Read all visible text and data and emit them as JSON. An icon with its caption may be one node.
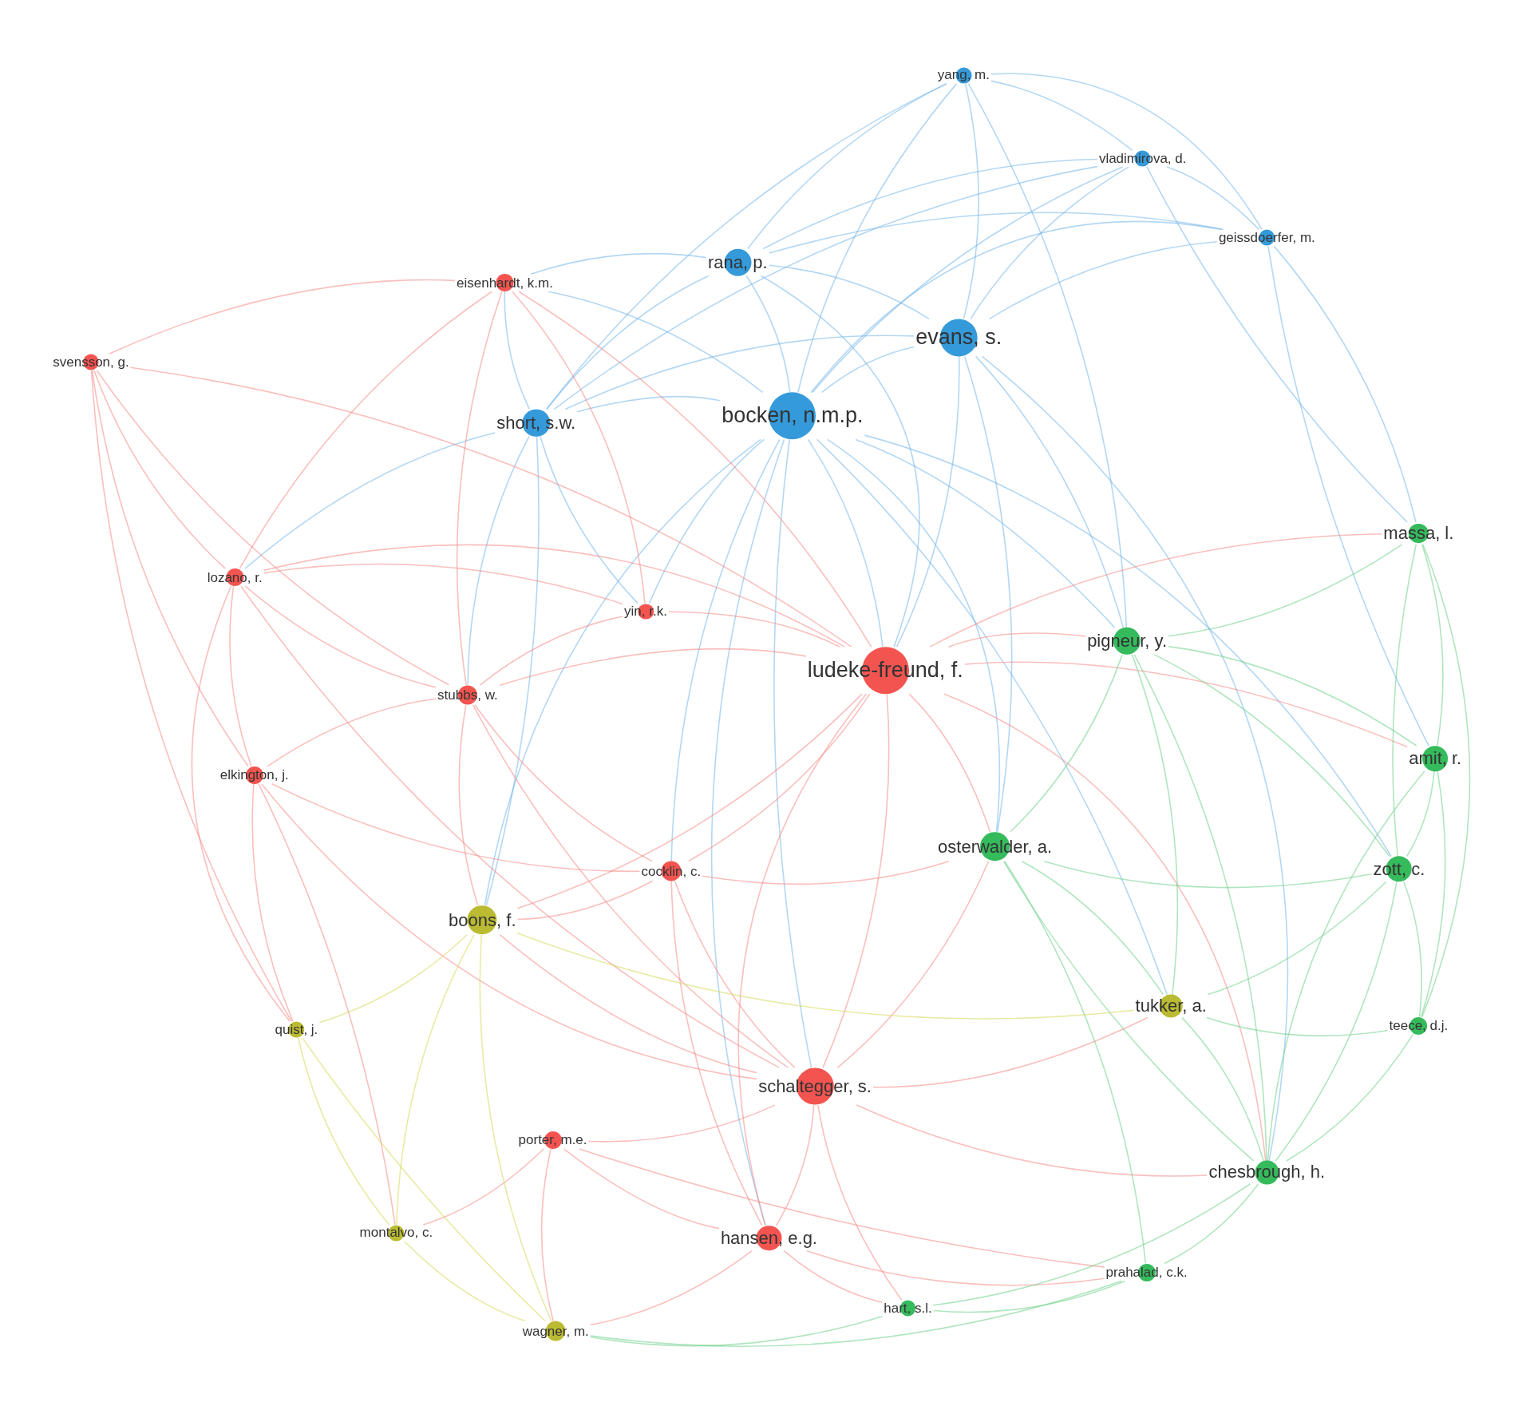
{
  "diagram": {
    "nodes": [
      {
        "text": [
          "yang, m."
        ]
      },
      {
        "text": [
          "vladimirova, d."
        ]
      },
      {
        "text": [
          "geissdoerfer, m."
        ]
      },
      {
        "text": [
          "rana, p."
        ]
      },
      {
        "text": [
          "evans, s."
        ]
      },
      {
        "text": [
          "bocken, n.m.p."
        ]
      },
      {
        "text": [
          "short, s.w."
        ]
      },
      {
        "text": [
          "eisenhardt, k.m."
        ]
      },
      {
        "text": [
          "svensson, g."
        ]
      },
      {
        "text": [
          "lozano, r."
        ]
      },
      {
        "text": [
          "yin, r.k."
        ]
      },
      {
        "text": [
          "ludeke-freund, f."
        ]
      },
      {
        "text": [
          "stubbs, w."
        ]
      },
      {
        "text": [
          "elkington, j."
        ]
      },
      {
        "text": [
          "cocklin, c."
        ]
      },
      {
        "text": [
          "schaltegger, s."
        ]
      },
      {
        "text": [
          "porter, m.e."
        ]
      },
      {
        "text": [
          "hansen, e.g."
        ]
      },
      {
        "text": [
          "massa, l."
        ]
      },
      {
        "text": [
          "pigneur, y."
        ]
      },
      {
        "text": [
          "amit, r."
        ]
      },
      {
        "text": [
          "osterwalder, a."
        ]
      },
      {
        "text": [
          "zott, c."
        ]
      },
      {
        "text": [
          "teece, d.j."
        ]
      },
      {
        "text": [
          "chesbrough, h."
        ]
      },
      {
        "text": [
          "prahalad, c.k."
        ]
      },
      {
        "text": [
          "hart, s.l."
        ]
      },
      {
        "text": [
          "boons, f."
        ]
      },
      {
        "text": [
          "tukker, a."
        ]
      },
      {
        "text": [
          "quist, j."
        ]
      },
      {
        "text": [
          "montalvo, c."
        ]
      },
      {
        "text": [
          "wagner, m."
        ]
      }
    ],
    "edges": [
      {
        "from": 0,
        "to": 1,
        "arrow": "none",
        "color": "#74b6ea"
      },
      {
        "from": 0,
        "to": 2,
        "arrow": "none",
        "color": "#74b6ea"
      },
      {
        "from": 0,
        "to": 3,
        "arrow": "none",
        "color": "#74b6ea"
      },
      {
        "from": 0,
        "to": 4,
        "arrow": "none",
        "color": "#74b6ea"
      },
      {
        "from": 0,
        "to": 5,
        "arrow": "none",
        "color": "#74b6ea"
      },
      {
        "from": 0,
        "to": 6,
        "arrow": "none",
        "color": "#74b6ea"
      },
      {
        "from": 1,
        "to": 2,
        "arrow": "none",
        "color": "#74b6ea"
      },
      {
        "from": 1,
        "to": 3,
        "arrow": "none",
        "color": "#74b6ea"
      },
      {
        "from": 1,
        "to": 4,
        "arrow": "none",
        "color": "#74b6ea"
      },
      {
        "from": 1,
        "to": 5,
        "arrow": "none",
        "color": "#74b6ea"
      },
      {
        "from": 1,
        "to": 6,
        "arrow": "none",
        "color": "#74b6ea"
      },
      {
        "from": 2,
        "to": 3,
        "arrow": "none",
        "color": "#74b6ea"
      },
      {
        "from": 2,
        "to": 4,
        "arrow": "none",
        "color": "#74b6ea"
      },
      {
        "from": 2,
        "to": 5,
        "arrow": "none",
        "color": "#74b6ea"
      },
      {
        "from": 3,
        "to": 4,
        "arrow": "none",
        "color": "#74b6ea"
      },
      {
        "from": 3,
        "to": 5,
        "arrow": "none",
        "color": "#74b6ea"
      },
      {
        "from": 3,
        "to": 6,
        "arrow": "none",
        "color": "#74b6ea"
      },
      {
        "from": 4,
        "to": 5,
        "arrow": "none",
        "color": "#74b6ea"
      },
      {
        "from": 4,
        "to": 6,
        "arrow": "none",
        "color": "#74b6ea"
      },
      {
        "from": 5,
        "to": 6,
        "arrow": "none",
        "color": "#74b6ea"
      },
      {
        "from": 5,
        "to": 11,
        "arrow": "none",
        "color": "#74b6ea"
      },
      {
        "from": 5,
        "to": 7,
        "arrow": "none",
        "color": "#74b6ea"
      },
      {
        "from": 6,
        "to": 7,
        "arrow": "none",
        "color": "#74b6ea"
      },
      {
        "from": 3,
        "to": 7,
        "arrow": "none",
        "color": "#74b6ea"
      },
      {
        "from": 5,
        "to": 15,
        "arrow": "none",
        "color": "#74b6ea"
      },
      {
        "from": 6,
        "to": 12,
        "arrow": "none",
        "color": "#74b6ea"
      },
      {
        "from": 5,
        "to": 10,
        "arrow": "none",
        "color": "#74b6ea"
      },
      {
        "from": 4,
        "to": 11,
        "arrow": "none",
        "color": "#74b6ea"
      },
      {
        "from": 6,
        "to": 10,
        "arrow": "none",
        "color": "#74b6ea"
      },
      {
        "from": 5,
        "to": 17,
        "arrow": "none",
        "color": "#74b6ea"
      },
      {
        "from": 6,
        "to": 9,
        "arrow": "none",
        "color": "#74b6ea"
      },
      {
        "from": 3,
        "to": 11,
        "arrow": "none",
        "color": "#74b6ea"
      },
      {
        "from": 5,
        "to": 14,
        "arrow": "none",
        "color": "#74b6ea"
      },
      {
        "from": 4,
        "to": 19,
        "arrow": "none",
        "color": "#74b6ea"
      },
      {
        "from": 4,
        "to": 21,
        "arrow": "none",
        "color": "#74b6ea"
      },
      {
        "from": 5,
        "to": 19,
        "arrow": "none",
        "color": "#74b6ea"
      },
      {
        "from": 5,
        "to": 21,
        "arrow": "none",
        "color": "#74b6ea"
      },
      {
        "from": 1,
        "to": 18,
        "arrow": "none",
        "color": "#74b6ea"
      },
      {
        "from": 2,
        "to": 18,
        "arrow": "none",
        "color": "#74b6ea"
      },
      {
        "from": 2,
        "to": 20,
        "arrow": "none",
        "color": "#74b6ea"
      },
      {
        "from": 4,
        "to": 24,
        "arrow": "none",
        "color": "#74b6ea"
      },
      {
        "from": 0,
        "to": 19,
        "arrow": "none",
        "color": "#74b6ea"
      },
      {
        "from": 5,
        "to": 22,
        "arrow": "none",
        "color": "#74b6ea"
      },
      {
        "from": 6,
        "to": 27,
        "arrow": "none",
        "color": "#74b6ea"
      },
      {
        "from": 5,
        "to": 27,
        "arrow": "none",
        "color": "#74b6ea"
      },
      {
        "from": 5,
        "to": 28,
        "arrow": "none",
        "color": "#74b6ea"
      },
      {
        "from": 7,
        "to": 8,
        "arrow": "none",
        "color": "#f48a86"
      },
      {
        "from": 7,
        "to": 9,
        "arrow": "none",
        "color": "#f48a86"
      },
      {
        "from": 7,
        "to": 12,
        "arrow": "none",
        "color": "#f48a86"
      },
      {
        "from": 7,
        "to": 11,
        "arrow": "none",
        "color": "#f48a86"
      },
      {
        "from": 7,
        "to": 10,
        "arrow": "none",
        "color": "#f48a86"
      },
      {
        "from": 8,
        "to": 9,
        "arrow": "none",
        "color": "#f48a86"
      },
      {
        "from": 8,
        "to": 13,
        "arrow": "none",
        "color": "#f48a86"
      },
      {
        "from": 8,
        "to": 12,
        "arrow": "none",
        "color": "#f48a86"
      },
      {
        "from": 8,
        "to": 11,
        "arrow": "none",
        "color": "#f48a86"
      },
      {
        "from": 9,
        "to": 12,
        "arrow": "none",
        "color": "#f48a86"
      },
      {
        "from": 9,
        "to": 13,
        "arrow": "none",
        "color": "#f48a86"
      },
      {
        "from": 9,
        "to": 11,
        "arrow": "none",
        "color": "#f48a86"
      },
      {
        "from": 9,
        "to": 10,
        "arrow": "none",
        "color": "#f48a86"
      },
      {
        "from": 10,
        "to": 11,
        "arrow": "none",
        "color": "#f48a86"
      },
      {
        "from": 10,
        "to": 12,
        "arrow": "none",
        "color": "#f48a86"
      },
      {
        "from": 11,
        "to": 12,
        "arrow": "none",
        "color": "#f48a86"
      },
      {
        "from": 11,
        "to": 14,
        "arrow": "none",
        "color": "#f48a86"
      },
      {
        "from": 11,
        "to": 15,
        "arrow": "none",
        "color": "#f48a86"
      },
      {
        "from": 11,
        "to": 17,
        "arrow": "none",
        "color": "#f48a86"
      },
      {
        "from": 12,
        "to": 13,
        "arrow": "none",
        "color": "#f48a86"
      },
      {
        "from": 12,
        "to": 14,
        "arrow": "none",
        "color": "#f48a86"
      },
      {
        "from": 13,
        "to": 14,
        "arrow": "none",
        "color": "#f48a86"
      },
      {
        "from": 13,
        "to": 15,
        "arrow": "none",
        "color": "#f48a86"
      },
      {
        "from": 14,
        "to": 15,
        "arrow": "none",
        "color": "#f48a86"
      },
      {
        "from": 14,
        "to": 17,
        "arrow": "none",
        "color": "#f48a86"
      },
      {
        "from": 15,
        "to": 16,
        "arrow": "none",
        "color": "#f48a86"
      },
      {
        "from": 15,
        "to": 17,
        "arrow": "none",
        "color": "#f48a86"
      },
      {
        "from": 16,
        "to": 17,
        "arrow": "none",
        "color": "#f48a86"
      },
      {
        "from": 12,
        "to": 15,
        "arrow": "none",
        "color": "#f48a86"
      },
      {
        "from": 9,
        "to": 15,
        "arrow": "none",
        "color": "#f48a86"
      },
      {
        "from": 11,
        "to": 19,
        "arrow": "none",
        "color": "#f48a86"
      },
      {
        "from": 11,
        "to": 21,
        "arrow": "none",
        "color": "#f48a86"
      },
      {
        "from": 11,
        "to": 20,
        "arrow": "none",
        "color": "#f48a86"
      },
      {
        "from": 11,
        "to": 24,
        "arrow": "none",
        "color": "#f48a86"
      },
      {
        "from": 15,
        "to": 21,
        "arrow": "none",
        "color": "#f48a86"
      },
      {
        "from": 15,
        "to": 24,
        "arrow": "none",
        "color": "#f48a86"
      },
      {
        "from": 17,
        "to": 26,
        "arrow": "none",
        "color": "#f48a86"
      },
      {
        "from": 15,
        "to": 26,
        "arrow": "none",
        "color": "#f48a86"
      },
      {
        "from": 17,
        "to": 25,
        "arrow": "none",
        "color": "#f48a86"
      },
      {
        "from": 16,
        "to": 25,
        "arrow": "none",
        "color": "#f48a86"
      },
      {
        "from": 11,
        "to": 18,
        "arrow": "none",
        "color": "#f48a86"
      },
      {
        "from": 14,
        "to": 21,
        "arrow": "none",
        "color": "#f48a86"
      },
      {
        "from": 9,
        "to": 29,
        "arrow": "none",
        "color": "#f48a86"
      },
      {
        "from": 13,
        "to": 29,
        "arrow": "none",
        "color": "#f48a86"
      },
      {
        "from": 13,
        "to": 30,
        "arrow": "none",
        "color": "#f48a86"
      },
      {
        "from": 12,
        "to": 27,
        "arrow": "none",
        "color": "#f48a86"
      },
      {
        "from": 14,
        "to": 27,
        "arrow": "none",
        "color": "#f48a86"
      },
      {
        "from": 15,
        "to": 27,
        "arrow": "none",
        "color": "#f48a86"
      },
      {
        "from": 16,
        "to": 31,
        "arrow": "none",
        "color": "#f48a86"
      },
      {
        "from": 16,
        "to": 30,
        "arrow": "none",
        "color": "#f48a86"
      },
      {
        "from": 17,
        "to": 31,
        "arrow": "none",
        "color": "#f48a86"
      },
      {
        "from": 11,
        "to": 27,
        "arrow": "none",
        "color": "#f48a86"
      },
      {
        "from": 15,
        "to": 28,
        "arrow": "none",
        "color": "#f48a86"
      },
      {
        "from": 8,
        "to": 29,
        "arrow": "none",
        "color": "#f48a86"
      },
      {
        "from": 18,
        "to": 19,
        "arrow": "none",
        "color": "#6fcf8a"
      },
      {
        "from": 18,
        "to": 20,
        "arrow": "none",
        "color": "#6fcf8a"
      },
      {
        "from": 18,
        "to": 22,
        "arrow": "none",
        "color": "#6fcf8a"
      },
      {
        "from": 19,
        "to": 20,
        "arrow": "none",
        "color": "#6fcf8a"
      },
      {
        "from": 19,
        "to": 21,
        "arrow": "none",
        "color": "#6fcf8a"
      },
      {
        "from": 19,
        "to": 22,
        "arrow": "none",
        "color": "#6fcf8a"
      },
      {
        "from": 20,
        "to": 22,
        "arrow": "none",
        "color": "#6fcf8a"
      },
      {
        "from": 20,
        "to": 23,
        "arrow": "none",
        "color": "#6fcf8a"
      },
      {
        "from": 21,
        "to": 22,
        "arrow": "none",
        "color": "#6fcf8a"
      },
      {
        "from": 21,
        "to": 24,
        "arrow": "none",
        "color": "#6fcf8a"
      },
      {
        "from": 22,
        "to": 23,
        "arrow": "none",
        "color": "#6fcf8a"
      },
      {
        "from": 22,
        "to": 24,
        "arrow": "none",
        "color": "#6fcf8a"
      },
      {
        "from": 23,
        "to": 24,
        "arrow": "none",
        "color": "#6fcf8a"
      },
      {
        "from": 24,
        "to": 25,
        "arrow": "none",
        "color": "#6fcf8a"
      },
      {
        "from": 25,
        "to": 26,
        "arrow": "none",
        "color": "#6fcf8a"
      },
      {
        "from": 24,
        "to": 26,
        "arrow": "none",
        "color": "#6fcf8a"
      },
      {
        "from": 19,
        "to": 24,
        "arrow": "none",
        "color": "#6fcf8a"
      },
      {
        "from": 18,
        "to": 23,
        "arrow": "none",
        "color": "#6fcf8a"
      },
      {
        "from": 21,
        "to": 25,
        "arrow": "none",
        "color": "#6fcf8a"
      },
      {
        "from": 20,
        "to": 24,
        "arrow": "none",
        "color": "#6fcf8a"
      },
      {
        "from": 21,
        "to": 28,
        "arrow": "none",
        "color": "#6fcf8a"
      },
      {
        "from": 24,
        "to": 28,
        "arrow": "none",
        "color": "#6fcf8a"
      },
      {
        "from": 26,
        "to": 31,
        "arrow": "none",
        "color": "#6fcf8a"
      },
      {
        "from": 25,
        "to": 31,
        "arrow": "none",
        "color": "#6fcf8a"
      },
      {
        "from": 19,
        "to": 28,
        "arrow": "none",
        "color": "#6fcf8a"
      },
      {
        "from": 22,
        "to": 28,
        "arrow": "none",
        "color": "#6fcf8a"
      },
      {
        "from": 23,
        "to": 28,
        "arrow": "none",
        "color": "#6fcf8a"
      },
      {
        "from": 27,
        "to": 29,
        "arrow": "none",
        "color": "#d6d85a"
      },
      {
        "from": 27,
        "to": 30,
        "arrow": "none",
        "color": "#d6d85a"
      },
      {
        "from": 27,
        "to": 31,
        "arrow": "none",
        "color": "#d6d85a"
      },
      {
        "from": 29,
        "to": 30,
        "arrow": "none",
        "color": "#d6d85a"
      },
      {
        "from": 30,
        "to": 31,
        "arrow": "none",
        "color": "#d6d85a"
      },
      {
        "from": 29,
        "to": 31,
        "arrow": "none",
        "color": "#d6d85a"
      },
      {
        "from": 27,
        "to": 28,
        "arrow": "none",
        "color": "#d6d85a"
      }
    ]
  }
}
